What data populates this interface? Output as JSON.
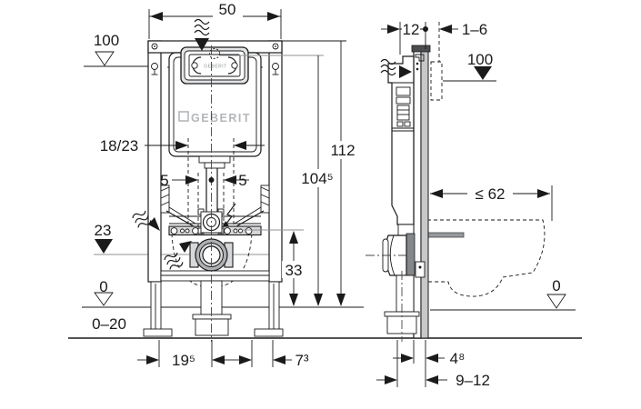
{
  "colors": {
    "line": "#1a1a1a",
    "leader_gray": "#8f9296",
    "light_fill": "#d7d8da",
    "mid_gray": "#aeb0b3",
    "logo_gray": "#b4b7ba",
    "background": "#ffffff"
  },
  "front_view": {
    "brand_logo": "GEBERIT",
    "panel_logo": "GEBERIT",
    "dims": {
      "frame_width": "50",
      "level_top": "100",
      "bolt_spacing": "18/23",
      "offset_left_5": "5",
      "offset_right_5": "5",
      "level_outlet": "23",
      "height_33": "33",
      "level_zero": "0",
      "floor_range": "0–20",
      "bottom_left": "19⁵",
      "bottom_right": "7³",
      "height_total": "112",
      "height_actuation": "104⁵"
    }
  },
  "side_view": {
    "dims": {
      "rail_depth": "12",
      "wall_finish_range": "1–6",
      "level_top": "100",
      "pan_depth_max": "≤ 62",
      "level_zero": "0",
      "offset_4_8": "4⁸",
      "offset_range": "9–12"
    }
  }
}
